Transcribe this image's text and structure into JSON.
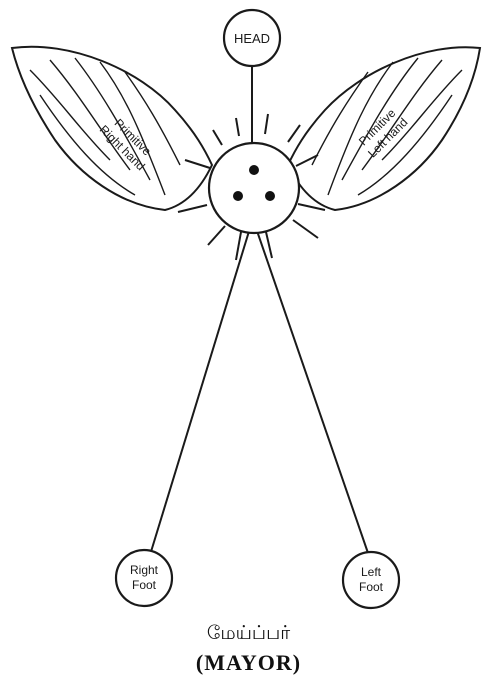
{
  "diagram": {
    "nodes": {
      "head": "HEAD",
      "right_foot": [
        "Right",
        "Foot"
      ],
      "left_foot": [
        "Left",
        "Foot"
      ]
    },
    "wings": {
      "right_hand": [
        "Primitive",
        "Right hand"
      ],
      "left_hand": [
        "Primitive",
        "Left hand"
      ]
    },
    "caption": {
      "tamil": "மேய்ப்பர்",
      "english": "(MAYOR)"
    }
  }
}
